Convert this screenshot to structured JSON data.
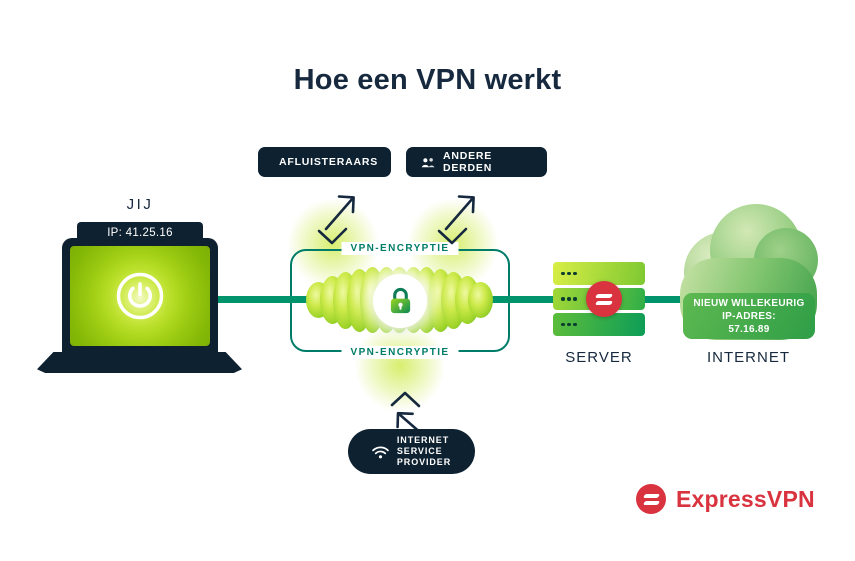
{
  "title": "Hoe een VPN werkt",
  "you": {
    "name": "JIJ",
    "ip_label": "IP: 41.25.16"
  },
  "threats": {
    "eavesdroppers": "AFLUISTERAARS",
    "third_parties": "ANDERE DERDEN"
  },
  "tunnel": {
    "top_label": "VPN-ENCRYPTIE",
    "bottom_label": "VPN-ENCRYPTIE"
  },
  "isp": {
    "lines": [
      "INTERNET",
      "SERVICE",
      "PROVIDER"
    ]
  },
  "server": {
    "label": "SERVER"
  },
  "internet": {
    "label": "INTERNET",
    "new_ip": {
      "line1": "NIEUW WILLEKEURIG",
      "line2": "IP-ADRES:",
      "line3": "57.16.89"
    }
  },
  "brand": {
    "name": "ExpressVPN"
  },
  "colors": {
    "dark_navy": "#0d2130",
    "ink": "#16293e",
    "line_green": "#00946c",
    "teal": "#007d68",
    "brand_red": "#d9333f"
  }
}
